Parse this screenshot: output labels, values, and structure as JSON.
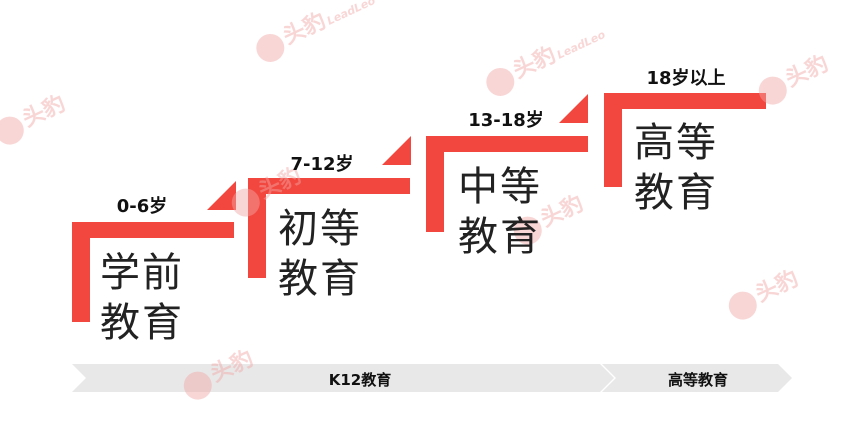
{
  "steps": [
    {
      "age": "0-6岁",
      "line1": "学前",
      "line2": "教育"
    },
    {
      "age": "7-12岁",
      "line1": "初等",
      "line2": "教育"
    },
    {
      "age": "13-18岁",
      "line1": "中等",
      "line2": "教育"
    },
    {
      "age": "18岁以上",
      "line1": "高等",
      "line2": "教育"
    }
  ],
  "bands": [
    {
      "label": "K12教育"
    },
    {
      "label": "高等教育"
    }
  ],
  "watermark": {
    "cn": "头豹",
    "en": "LeadLeo"
  },
  "colors": {
    "accent": "#f2473f",
    "band": "#e8e8e8",
    "text": "#222222"
  }
}
